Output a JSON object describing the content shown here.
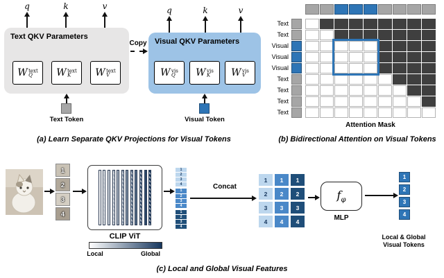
{
  "colors": {
    "panel_gray": "#e7e6e6",
    "panel_blue": "#9dc3e6",
    "token_gray": "#a6a6a6",
    "token_blue": "#2e75b6",
    "mask_dark": "#3f3f3f",
    "mask_highlight": "#2e75b6",
    "shade_light": "#bdd7ee",
    "shade_mid": "#4a88c8",
    "shade_dark": "#1f4e79",
    "vit_dark": "#17375e"
  },
  "panel_a": {
    "caption": "(a) Learn Separate QKV Projections for Visual Tokens",
    "qkv_labels": [
      "q",
      "k",
      "v"
    ],
    "copy_label": "Copy",
    "text_block": {
      "title": "Text QKV Parameters",
      "token_label": "Text Token",
      "weights": [
        {
          "base": "W",
          "sub": "Q",
          "sup": "text"
        },
        {
          "base": "W",
          "sub": "K",
          "sup": "text"
        },
        {
          "base": "W",
          "sub": "V",
          "sup": "text"
        }
      ]
    },
    "visual_block": {
      "title": "Visual QKV Parameters",
      "token_label": "Visual Token",
      "weights": [
        {
          "base": "W",
          "sub": "Q",
          "sup": "vis"
        },
        {
          "base": "W",
          "sub": "K",
          "sup": "vis"
        },
        {
          "base": "W",
          "sub": "V",
          "sup": "vis"
        }
      ]
    }
  },
  "panel_b": {
    "caption": "(b) Bidirectional Attention on Visual Tokens",
    "mask_title": "Attention Mask",
    "row_labels": [
      "Text",
      "Text",
      "Visual",
      "Visual",
      "Visual",
      "Text",
      "Text",
      "Text",
      "Text"
    ],
    "token_types": [
      "text",
      "text",
      "visual",
      "visual",
      "visual",
      "text",
      "text",
      "text",
      "text"
    ],
    "mask": [
      [
        0,
        1,
        1,
        1,
        1,
        1,
        1,
        1,
        1
      ],
      [
        0,
        0,
        1,
        1,
        1,
        1,
        1,
        1,
        1
      ],
      [
        0,
        0,
        0,
        0,
        0,
        1,
        1,
        1,
        1
      ],
      [
        0,
        0,
        0,
        0,
        0,
        1,
        1,
        1,
        1
      ],
      [
        0,
        0,
        0,
        0,
        0,
        1,
        1,
        1,
        1
      ],
      [
        0,
        0,
        0,
        0,
        0,
        0,
        1,
        1,
        1
      ],
      [
        0,
        0,
        0,
        0,
        0,
        0,
        0,
        1,
        1
      ],
      [
        0,
        0,
        0,
        0,
        0,
        0,
        0,
        0,
        1
      ],
      [
        0,
        0,
        0,
        0,
        0,
        0,
        0,
        0,
        0
      ]
    ],
    "highlight": {
      "rows": [
        3,
        4,
        5
      ],
      "cols": [
        3,
        4,
        5
      ]
    }
  },
  "panel_c": {
    "caption": "(c) Local and Global Visual Features",
    "patches": [
      "1",
      "2",
      "3",
      "4"
    ],
    "vit_label": "CLIP ViT",
    "vit_bars": 12,
    "legend": {
      "left": "Local",
      "right": "Global"
    },
    "concat_label": "Concat",
    "mlp_fn": {
      "base": "f",
      "sub": "φ"
    },
    "mlp_label": "MLP",
    "feature_groups": [
      {
        "shade": "light",
        "items": [
          "1",
          "2",
          "3",
          "4"
        ]
      },
      {
        "shade": "mid",
        "items": [
          "1",
          "2",
          "3",
          "4"
        ]
      },
      {
        "shade": "dark",
        "items": [
          "1",
          "2",
          "3",
          "4"
        ]
      }
    ],
    "concat_grid": {
      "rows": [
        "1",
        "2",
        "3",
        "4"
      ],
      "col_shades": [
        "light",
        "mid",
        "dark"
      ]
    },
    "output_tokens": [
      "1",
      "2",
      "3",
      "4"
    ],
    "output_label_line1": "Local & Global",
    "output_label_line2": "Visual Tokens"
  }
}
